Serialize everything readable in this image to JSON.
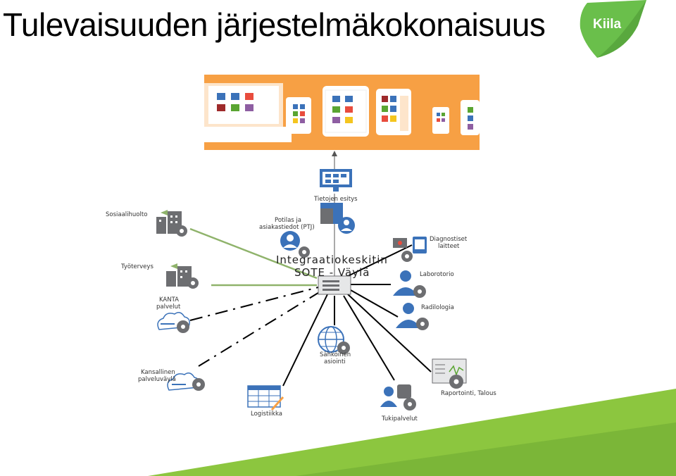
{
  "slide": {
    "title": "Tulevaisuuden järjestelmäkokonaisuus",
    "logo_text": "Kiila"
  },
  "diagram": {
    "hub_title": "Integraatiokeskitin",
    "hub_subtitle": "SOTE - Väylä",
    "nodes": {
      "tietojen_esitys": "Tietojen esitys",
      "sosiaalihuolto": "Sosiaalihuolto",
      "potilas_line1": "Potilas ja",
      "potilas_line2": "asiakastiedot  (PTJ)",
      "diagnostiset_line1": "Diagnostiset",
      "diagnostiset_line2": "laitteet",
      "tyoterveys": "Työterveys",
      "laborotorio": "Laborotorio",
      "kanta_line1": "KANTA",
      "kanta_line2": "palvelut",
      "radiologia": "Radilologia",
      "sahkoinen_line1": "Sähköinen",
      "sahkoinen_line2": "asiointi",
      "kansallinen_line1": "Kansallinen",
      "kansallinen_line2": "palveluväylä",
      "raportointi": "Raportointi, Talous",
      "logistiikka": "Logistiikka",
      "tukipalvelut": "Tukipalvelut"
    }
  },
  "colors": {
    "banner": "#f7a044",
    "logo_green": "#6abf4b",
    "accent_green": "#8cc63f",
    "device_blue": "#3b72b9",
    "gear_gray": "#6d6e71",
    "line_green": "#8fb36b"
  }
}
